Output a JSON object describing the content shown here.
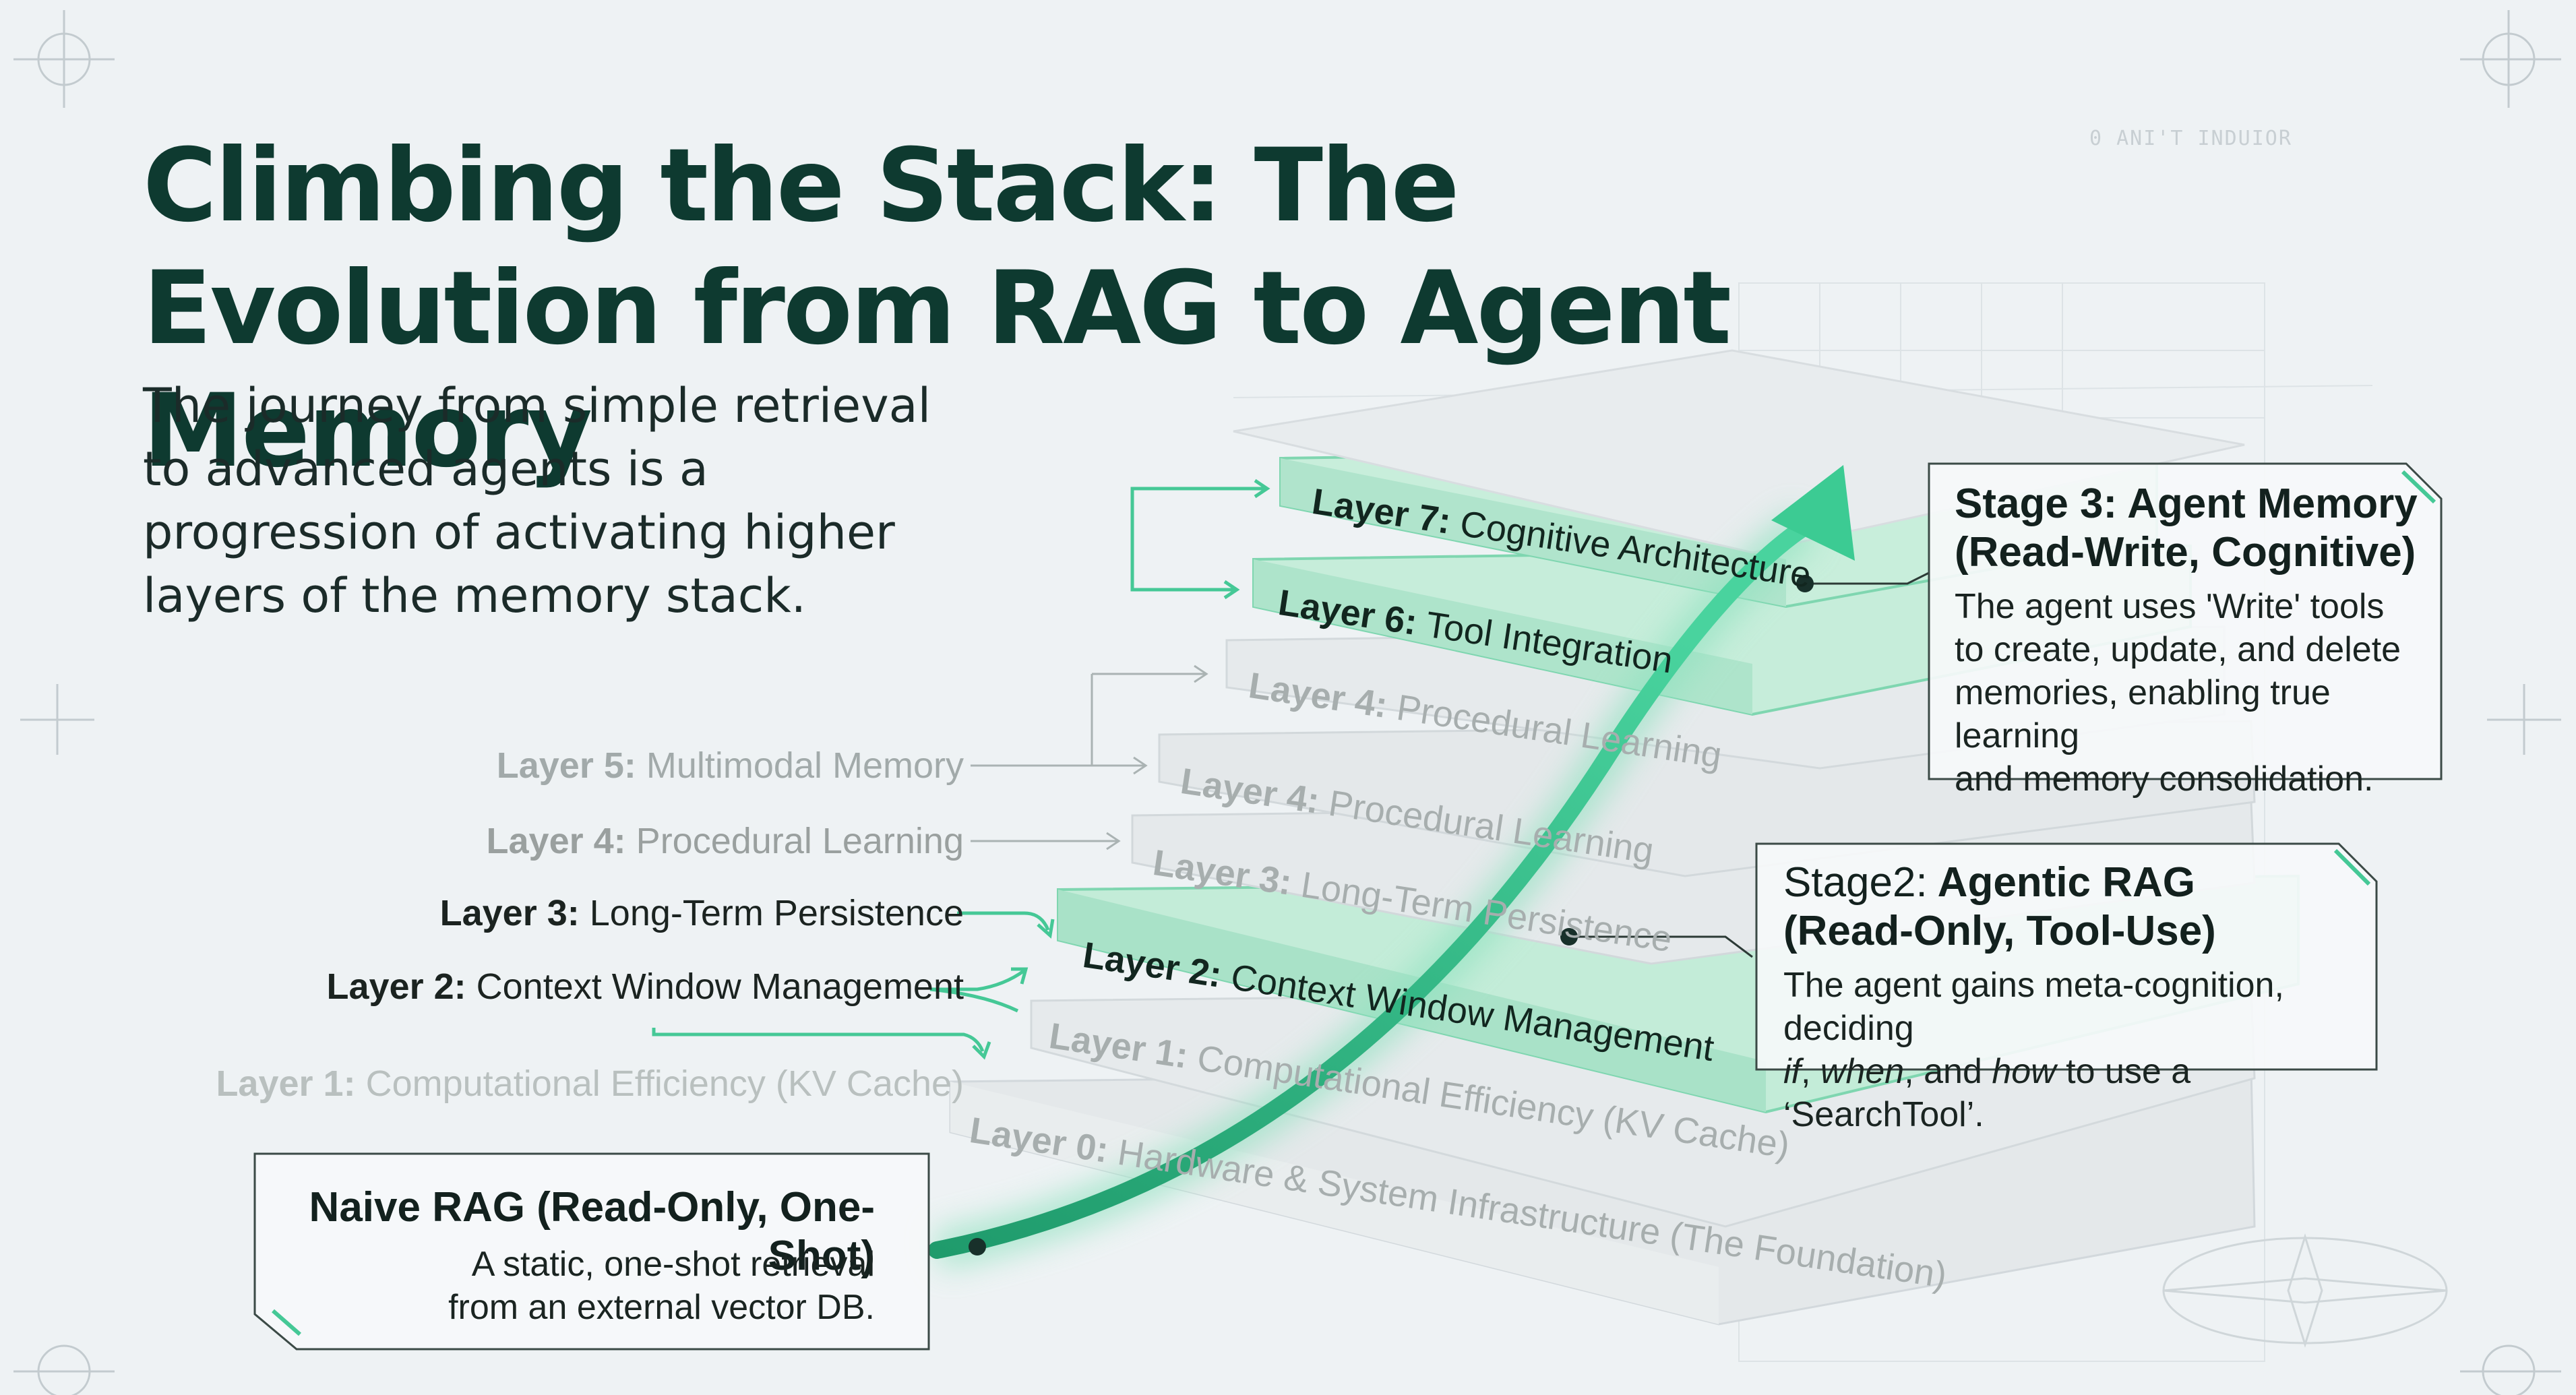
{
  "title": "Climbing the Stack: The Evolution from RAG to Agent Memory",
  "subtitle": "The journey from simple retrieval to advanced agents is a progression of activating higher layers of the memory stack.",
  "watermark": "0 ANI'T INDUIOR",
  "colors": {
    "accent": "#35c48e",
    "accent_light": "#cdeee0",
    "title_dark": "#0e3a30",
    "inactive_text": "#a7aeae"
  },
  "legend": [
    {
      "layer": "Layer 5:",
      "name": "Multimodal Memory",
      "state": "dim"
    },
    {
      "layer": "Layer 4:",
      "name": "Procedural Learning",
      "state": "mid"
    },
    {
      "layer": "Layer 3:",
      "name": "Long-Term Persistence",
      "state": "active"
    },
    {
      "layer": "Layer 2:",
      "name": "Context Window Management",
      "state": "active"
    },
    {
      "layer": "Layer 1:",
      "name": "Computational Efficiency (KV Cache)",
      "state": "faint"
    }
  ],
  "steps": [
    {
      "layer": "Layer 7:",
      "name": "Cognitive Architecture",
      "active": true
    },
    {
      "layer": "Layer 6:",
      "name": "Tool Integration",
      "active": true
    },
    {
      "layer": "Layer 4:",
      "name": "Procedural Learning",
      "active": false
    },
    {
      "layer": "Layer 4:",
      "name": "Procedural Learning",
      "active": false
    },
    {
      "layer": "Layer 3:",
      "name": "Long-Term Persistence",
      "active": false
    },
    {
      "layer": "Layer 2:",
      "name": "Context Window Management",
      "active": true
    },
    {
      "layer": "Layer 1:",
      "name": "Computational Efficiency (KV Cache)",
      "active": false
    },
    {
      "layer": "Layer 0:",
      "name": "Hardware & System Infrastructure (The Foundation)",
      "active": false
    }
  ],
  "callouts": {
    "naive": {
      "title": "Naive RAG (Read-Only, One-Shot)",
      "body_line1": "A static, one-shot retrieval",
      "body_line2": "from an external vector DB."
    },
    "stage2": {
      "title_prefix": "Stage2:",
      "title_bold": "Agentic RAG",
      "title_line2": "(Read-Only, Tool-Use)",
      "body_line1": "The agent gains meta-cognition, deciding",
      "body_if": "if",
      "body_sep1": ", ",
      "body_when": "when",
      "body_sep2": ", and ",
      "body_how": "how",
      "body_tail": " to use a ‘SearchTool’."
    },
    "stage3": {
      "title_line1": "Stage 3: Agent Memory",
      "title_line2": "(Read-Write, Cognitive)",
      "body_lines": [
        "The agent uses 'Write' tools",
        "to create, update, and delete",
        "memories, enabling true learning",
        "and memory consolidation."
      ]
    }
  }
}
